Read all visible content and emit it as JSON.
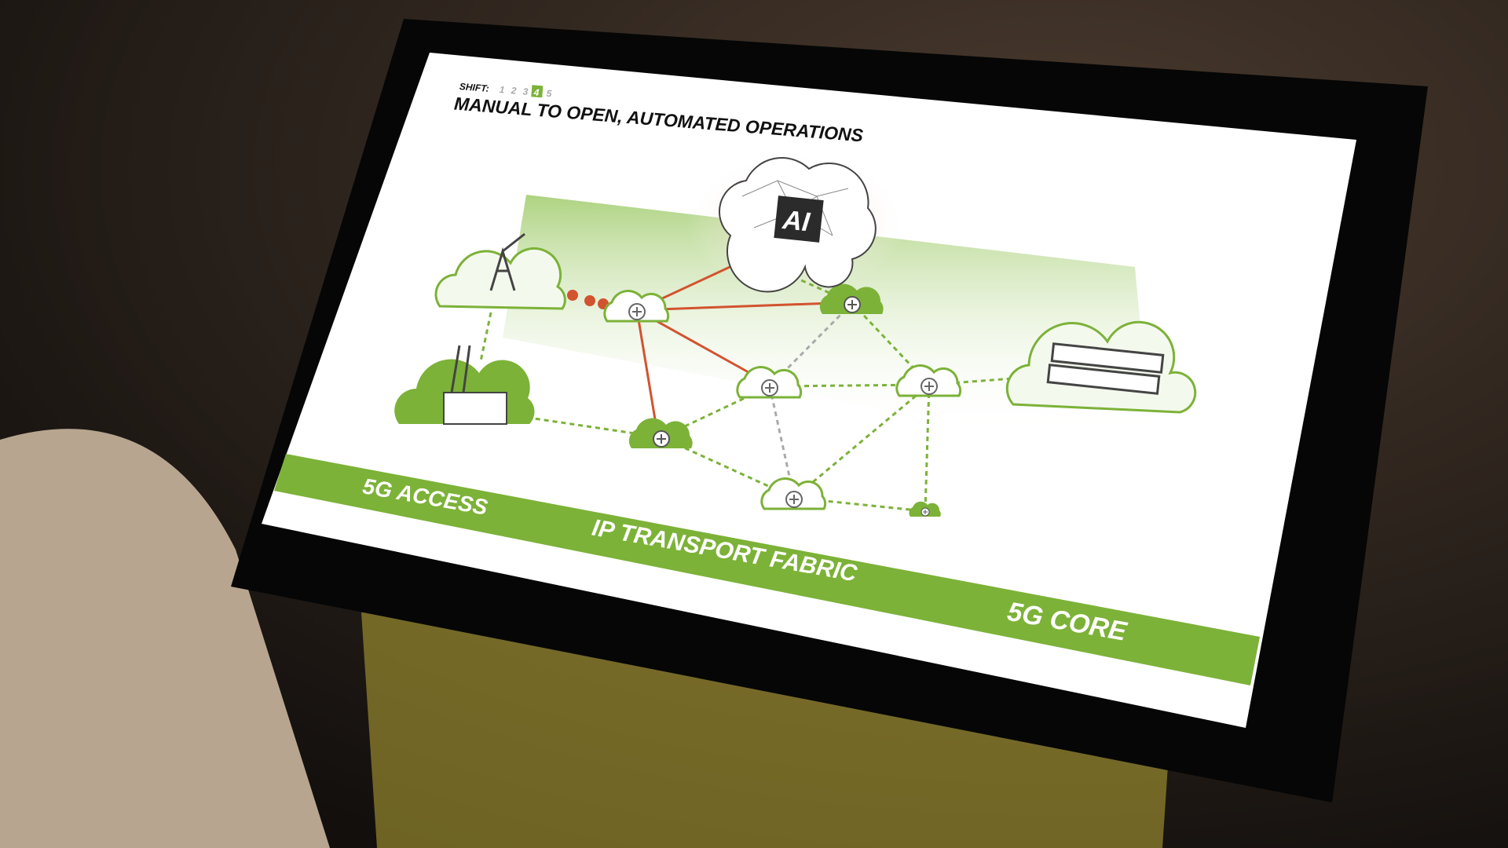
{
  "slide": {
    "shift_label": "SHIFT:",
    "shift_steps": [
      "1",
      "2",
      "3",
      "4",
      "5"
    ],
    "active_step": "4",
    "title": "MANUAL TO OPEN, AUTOMATED OPERATIONS",
    "ai_label": "AI",
    "band_labels": {
      "access": "5G ACCESS",
      "transport": "IP TRANSPORT FABRIC",
      "core": "5G CORE"
    }
  },
  "colors": {
    "green": "#7cb238",
    "red": "#d2532f",
    "dark": "#2b2b2b"
  }
}
